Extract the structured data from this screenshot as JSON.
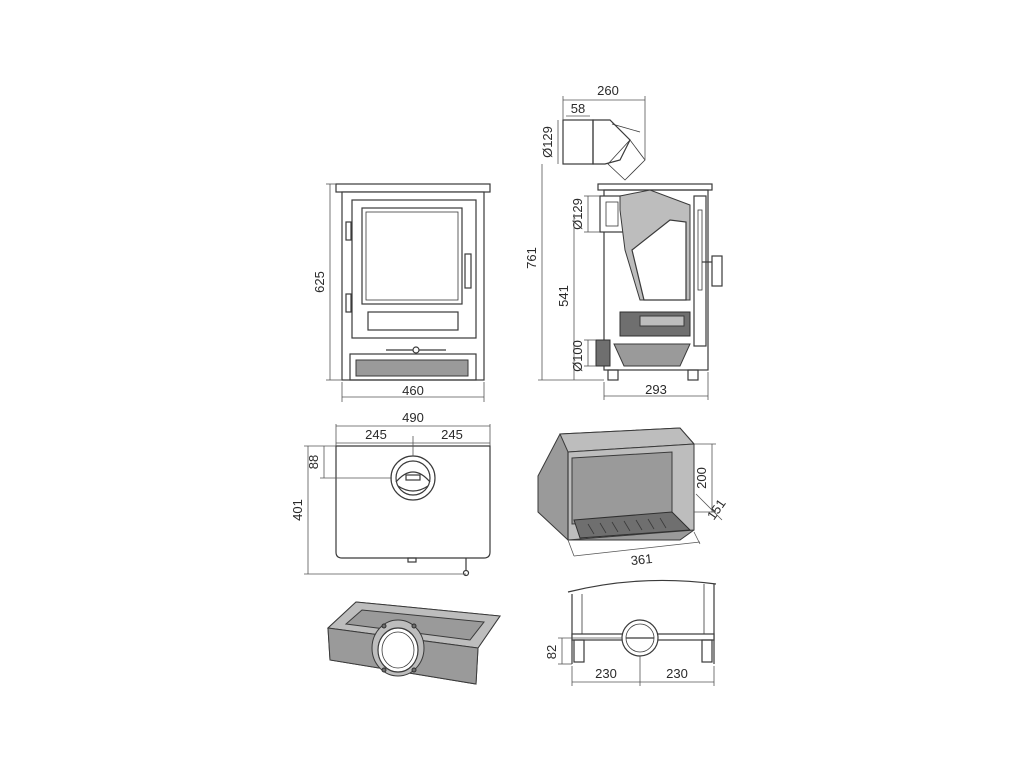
{
  "dimensions": {
    "front_height": "625",
    "front_width": "460",
    "side_total_height": "761",
    "side_flue_offset_top": "260",
    "side_flue_setback": "58",
    "side_flue_diameter_top": "Ø129",
    "side_flue_diameter_rear": "Ø129",
    "side_rear_flue_height": "541",
    "side_air_inlet_diameter": "Ø100",
    "side_depth": "293",
    "top_width": "490",
    "top_half_left": "245",
    "top_half_right": "245",
    "top_flue_offset": "88",
    "top_depth": "401",
    "firebox_height": "200",
    "firebox_depth": "151",
    "firebox_width": "361",
    "base_inlet_height": "82",
    "base_half_left": "230",
    "base_half_right": "230"
  }
}
